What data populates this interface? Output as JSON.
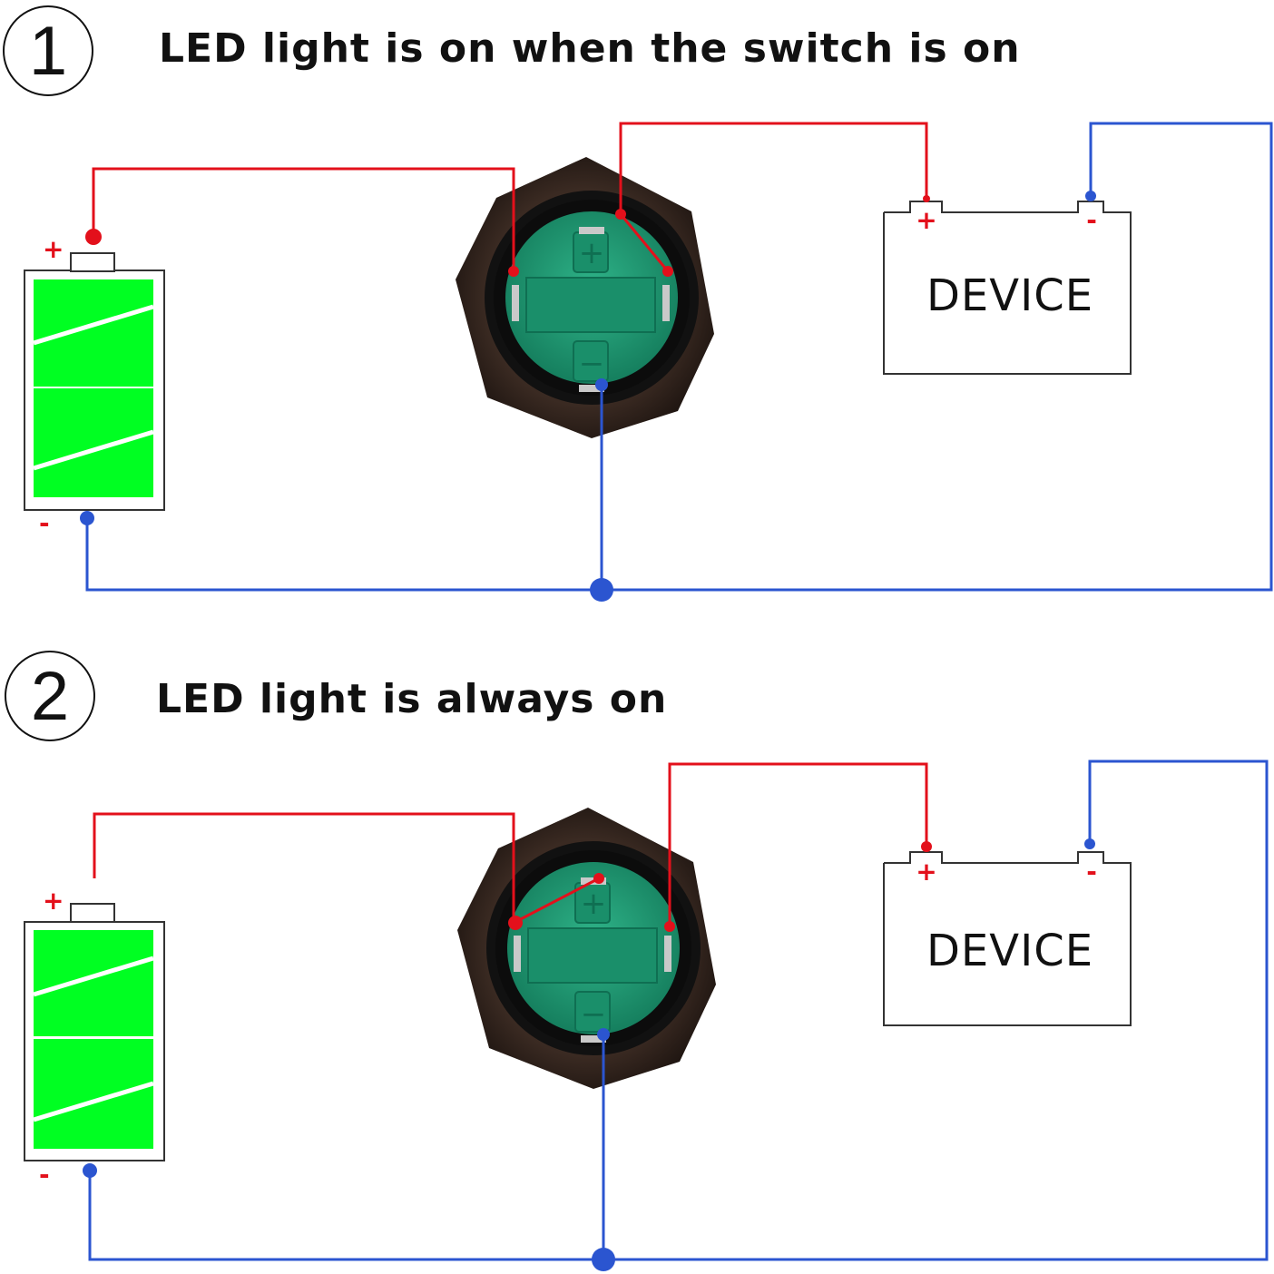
{
  "colors": {
    "positive_wire": "#e3101b",
    "negative_wire": "#2b55d0",
    "battery_fill": "#00ff22",
    "switch_face": "#1f9c76",
    "switch_body": "#3a2a22"
  },
  "diagrams": [
    {
      "number": "1",
      "title": "LED light is on when the switch is on",
      "battery": {
        "plus_label": "+",
        "minus_label": "-"
      },
      "device": {
        "label": "DEVICE",
        "plus_label": "+",
        "minus_label": "-"
      },
      "switch": {
        "icon": "led-push-button-switch",
        "plus_symbol": "+",
        "minus_symbol": "−"
      }
    },
    {
      "number": "2",
      "title": "LED light is always on",
      "battery": {
        "plus_label": "+",
        "minus_label": "-"
      },
      "device": {
        "label": "DEVICE",
        "plus_label": "+",
        "minus_label": "-"
      },
      "switch": {
        "icon": "led-push-button-switch",
        "plus_symbol": "+",
        "minus_symbol": "−"
      }
    }
  ]
}
